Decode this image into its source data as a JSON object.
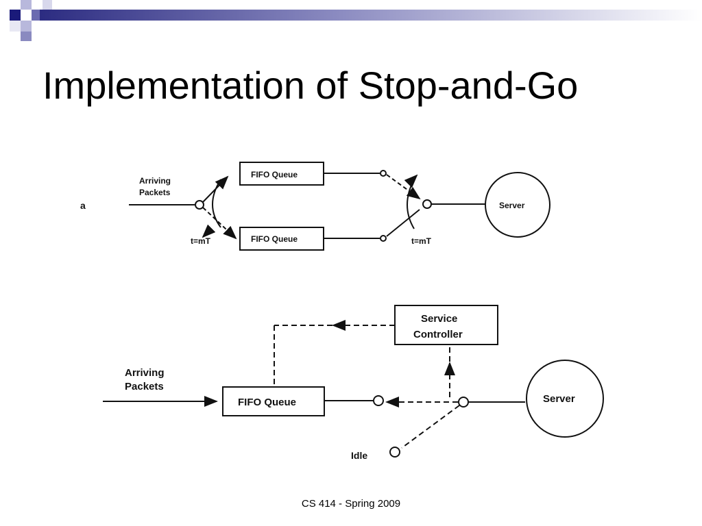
{
  "slide": {
    "title": "Implementation of Stop-and-Go",
    "footer": "CS 414 - Spring 2009"
  },
  "diagram_top": {
    "label_a": "a",
    "arriving_line1": "Arriving",
    "arriving_line2": "Packets",
    "queue_upper": "FIFO Queue",
    "queue_lower": "FIFO Queue",
    "switch_in_label": "t=mT",
    "switch_out_label": "t=mT",
    "server": "Server"
  },
  "diagram_bottom": {
    "arriving_line1": "Arriving",
    "arriving_line2": "Packets",
    "queue": "FIFO Queue",
    "controller_line1": "Service",
    "controller_line2": "Controller",
    "server": "Server",
    "idle": "Idle"
  },
  "colors": {
    "deco_dark": "#1a1a7a",
    "deco_mid": "#6a6ab0",
    "deco_light": "#b8b8dc"
  }
}
